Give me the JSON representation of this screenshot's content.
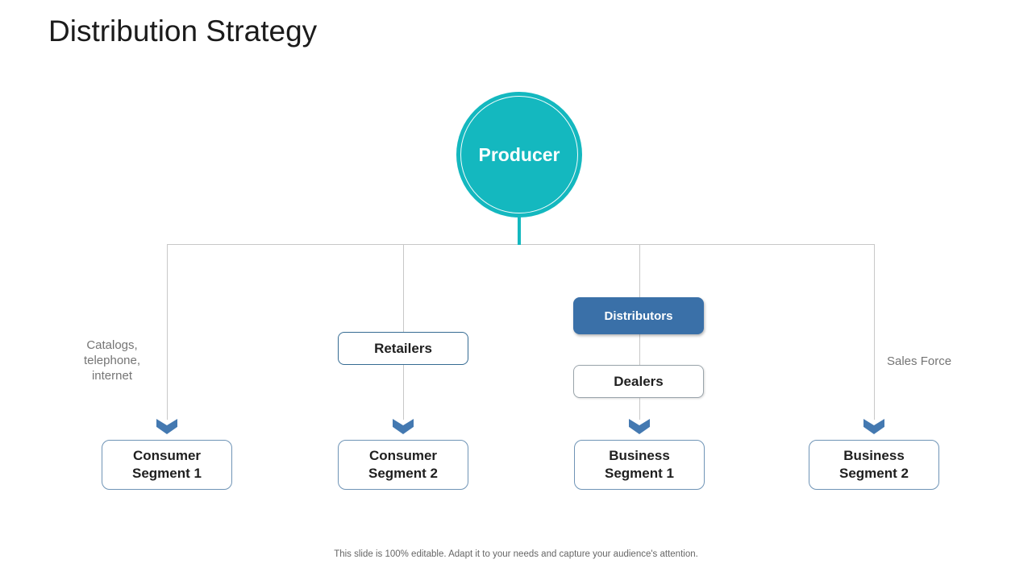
{
  "title": "Distribution Strategy",
  "footer": "This slide is 100% editable.  Adapt it to your needs and capture your audience's attention.",
  "colors": {
    "producer_teal": "#14b8bf",
    "distributors_fill": "#3a70a8",
    "arrow_blue": "#4479b1",
    "connector_gray": "#c8c8c8",
    "retailers_border": "#356b93",
    "dealers_border": "#9aa4ab",
    "segment_border": "#6f94b6"
  },
  "producer": {
    "label": "Producer"
  },
  "columns": [
    {
      "name": "direct-channel",
      "side_label": "Catalogs,\ntelephone,\ninternet",
      "intermediaries": [],
      "segment": "Consumer\nSegment 1"
    },
    {
      "name": "retail-channel",
      "side_label": "",
      "intermediaries": [
        {
          "label": "Retailers",
          "style": "outline-blue"
        }
      ],
      "segment": "Consumer\nSegment 2"
    },
    {
      "name": "distributor-channel",
      "side_label": "",
      "intermediaries": [
        {
          "label": "Distributors",
          "style": "filled-blue"
        },
        {
          "label": "Dealers",
          "style": "outline-gray"
        }
      ],
      "segment": "Business\nSegment 1"
    },
    {
      "name": "salesforce-channel",
      "side_label": "Sales Force",
      "intermediaries": [],
      "segment": "Business\nSegment 2"
    }
  ]
}
